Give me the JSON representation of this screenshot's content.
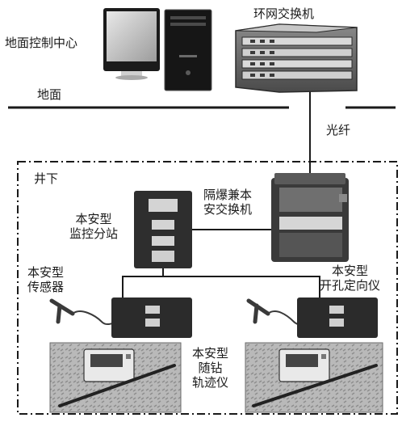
{
  "labels": {
    "ground_control_center": "地面控制中心",
    "ring_switch": "环网交换机",
    "ground": "地面",
    "optical_fiber": "光纤",
    "underground": "井下",
    "explosion_proof_switch_line1": "隔爆兼本",
    "explosion_proof_switch_line2": "安交换机",
    "monitoring_substation_line1": "本安型",
    "monitoring_substation_line2": "监控分站",
    "sensor_line1": "本安型",
    "sensor_line2": "传感器",
    "borehole_inclinometer_line1": "本安型",
    "borehole_inclinometer_line2": "开孔定向仪",
    "mwd_tracker_line1": "本安型",
    "mwd_tracker_line2": "随钻",
    "mwd_tracker_line3": "轨迹仪"
  },
  "colors": {
    "line": "#1a1a1a",
    "device_dark": "#2f2f2f",
    "device_mid": "#6b6b6b",
    "device_light": "#bdbdbd",
    "panel_gray": "#9a9a9a"
  },
  "icons": [
    "monitor-icon",
    "tower-pc-icon",
    "rack-switch-icon",
    "explosion-proof-box-icon",
    "substation-box-icon",
    "sensor-probe-icon",
    "inclinometer-box-icon",
    "tracker-device-icon"
  ]
}
